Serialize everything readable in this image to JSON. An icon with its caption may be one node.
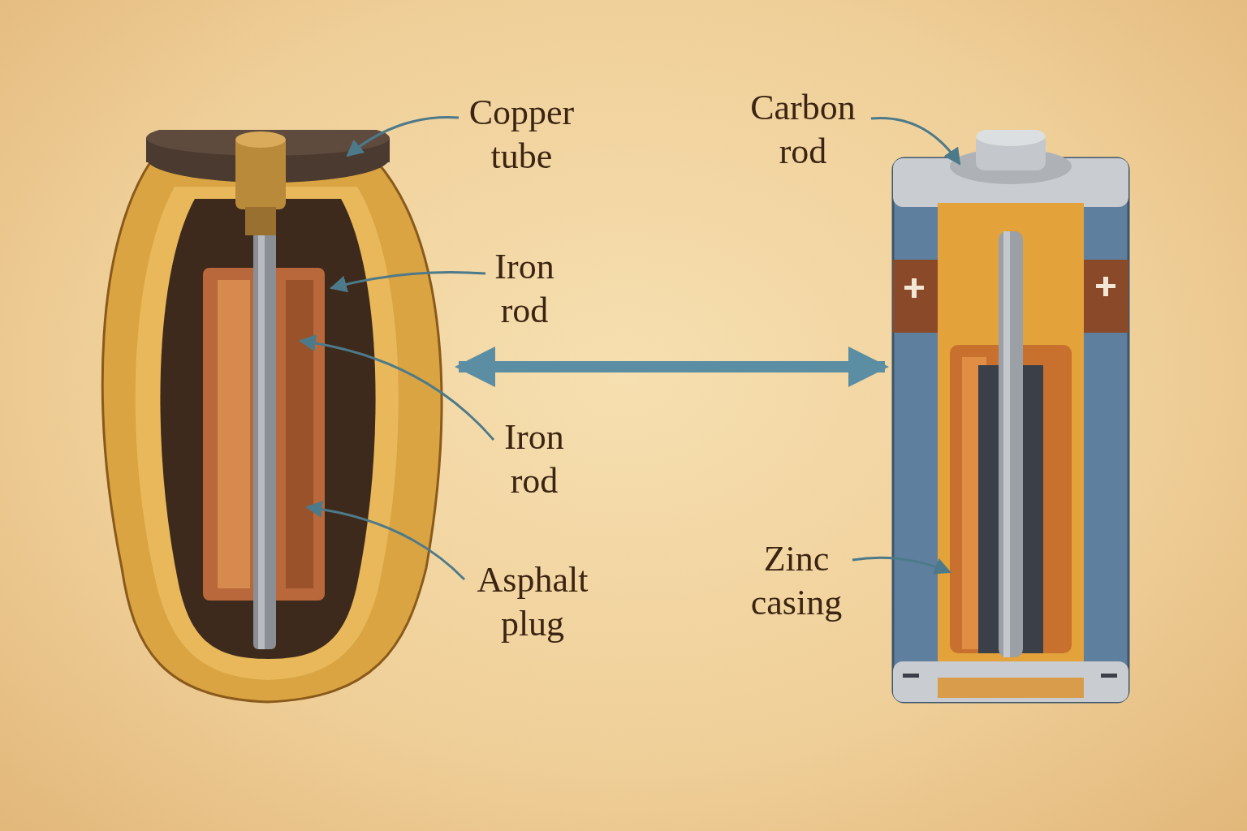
{
  "diagram": {
    "nodes": [
      {
        "text": [],
        "shape": "picture"
      },
      {
        "text": [],
        "shape": "picture"
      },
      {
        "text": [
          "Copper tube"
        ]
      },
      {
        "text": [
          "Iron rod"
        ]
      },
      {
        "text": [
          "Iron rod"
        ]
      },
      {
        "text": [
          "Asphalt plug"
        ]
      },
      {
        "text": [
          "Carbon rod"
        ]
      },
      {
        "text": [
          "Zinc casing"
        ]
      }
    ],
    "edges": [
      {
        "from": 0,
        "to": 1,
        "arrow": "both",
        "style": "thick",
        "color": "#5b8ea3"
      },
      {
        "from": 2,
        "to": 0,
        "arrow": "to"
      },
      {
        "from": 3,
        "to": 0,
        "arrow": "to"
      },
      {
        "from": 4,
        "to": 0,
        "arrow": "to"
      },
      {
        "from": 5,
        "to": 0,
        "arrow": "to"
      },
      {
        "from": 6,
        "to": 1,
        "arrow": "to"
      },
      {
        "from": 7,
        "to": 1,
        "arrow": "to"
      }
    ]
  }
}
